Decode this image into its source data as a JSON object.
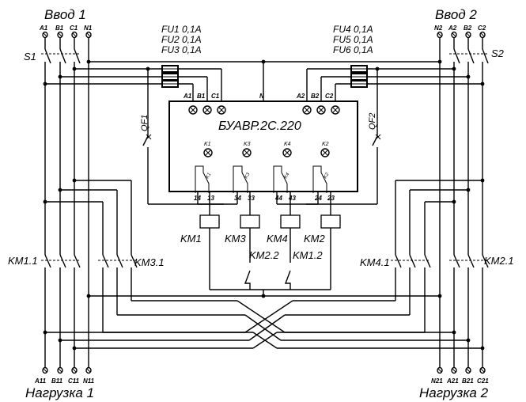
{
  "inputs": {
    "vvod1": "Ввод 1",
    "vvod2": "Ввод 2",
    "vvod1_terminals": [
      "A1",
      "B1",
      "C1",
      "N1"
    ],
    "vvod2_terminals": [
      "N2",
      "A2",
      "B2",
      "C2"
    ]
  },
  "switches": {
    "s1": "S1",
    "s2": "S2"
  },
  "fuses_left": [
    "FU1 0,1A",
    "FU2 0,1A",
    "FU3 0,1A"
  ],
  "fuses_right": [
    "FU4 0,1A",
    "FU5 0,1A",
    "FU6 0,1A"
  ],
  "device": {
    "title": "БУАВР.2С.220",
    "top_terminals": [
      "A1",
      "B1",
      "C1",
      "N",
      "A2",
      "B2",
      "C2"
    ],
    "lamps": [
      "K1",
      "K3",
      "K4",
      "K2"
    ],
    "bottom_terminals": [
      "14",
      "13",
      "34",
      "33",
      "44",
      "43",
      "24",
      "23"
    ]
  },
  "breakers": {
    "qf1": "QF1",
    "qf2": "QF2"
  },
  "coils": [
    "KM1",
    "KM3",
    "KM4",
    "KM2"
  ],
  "interlocks": [
    "KM2.2",
    "KM1.2"
  ],
  "contactors": {
    "km11": "KM1.1",
    "km31": "KM3.1",
    "km41": "KM4.1",
    "km21": "KM2.1"
  },
  "outputs": {
    "load1": "Нагрузка 1",
    "load2": "Нагрузка 2",
    "load1_terminals": [
      "A11",
      "B11",
      "C11",
      "N11"
    ],
    "load2_terminals": [
      "N21",
      "A21",
      "B21",
      "C21"
    ]
  }
}
